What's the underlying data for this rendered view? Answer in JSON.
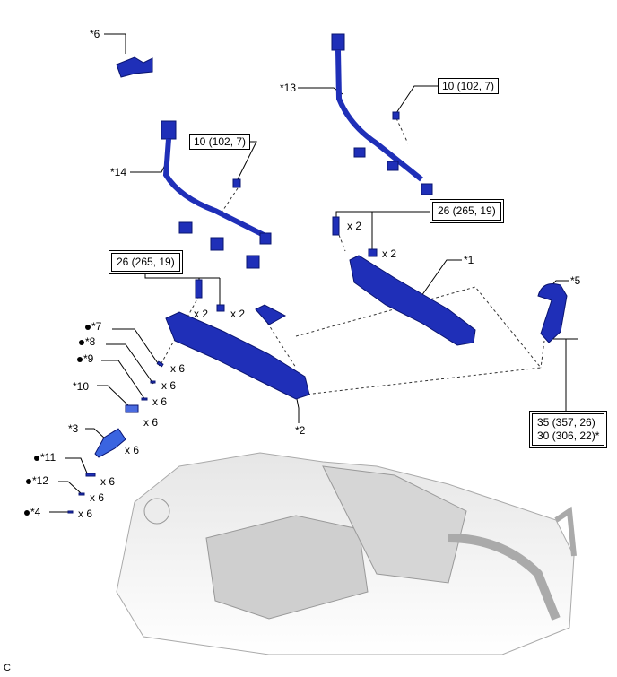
{
  "parts": {
    "p1": "*1",
    "p2": "*2",
    "p3": "*3",
    "p4": "*4",
    "p5": "*5",
    "p6": "*6",
    "p7": "*7",
    "p8": "*8",
    "p9": "*9",
    "p10": "*10",
    "p11": "*11",
    "p12": "*12",
    "p13": "*13",
    "p14": "*14"
  },
  "quantities": {
    "x2": "x 2",
    "x6": "x 6"
  },
  "torque": {
    "t10": "10 (102, 7)",
    "t26": "26 (265, 19)",
    "t35": "35 (357, 26)",
    "t30": "30 (306, 22)*"
  },
  "corner_code": "C",
  "colors": {
    "part": "#1f2fb8",
    "engine": "#d9d9d9"
  }
}
